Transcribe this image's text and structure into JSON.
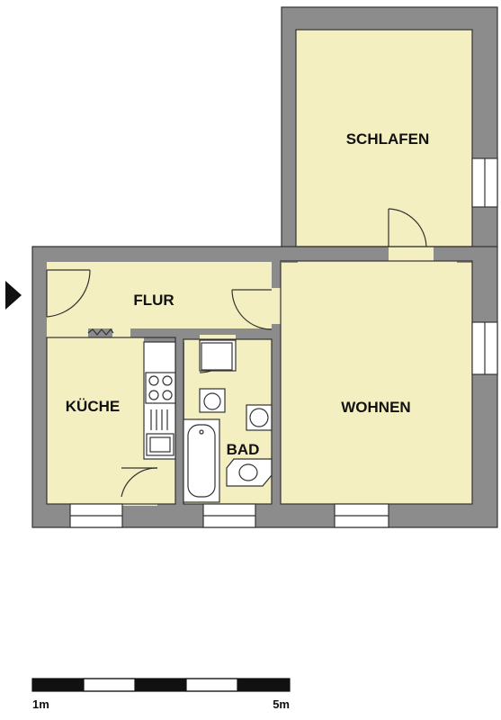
{
  "colors": {
    "wall": "#8c8c8c",
    "floor": "#f4efc0",
    "outline": "#333333",
    "background": "#ffffff"
  },
  "rooms": {
    "schlafen": "SCHLAFEN",
    "flur": "FLUR",
    "kueche": "KÜCHE",
    "bad": "BAD",
    "wohnen": "WOHNEN"
  },
  "scale": {
    "start_label": "1m",
    "end_label": "5m"
  },
  "icons": {
    "entrance": "entrance-arrow-icon",
    "stove": "stove-icon",
    "sink": "sink-icon",
    "toilet": "toilet-icon",
    "bathtub": "bathtub-icon"
  }
}
